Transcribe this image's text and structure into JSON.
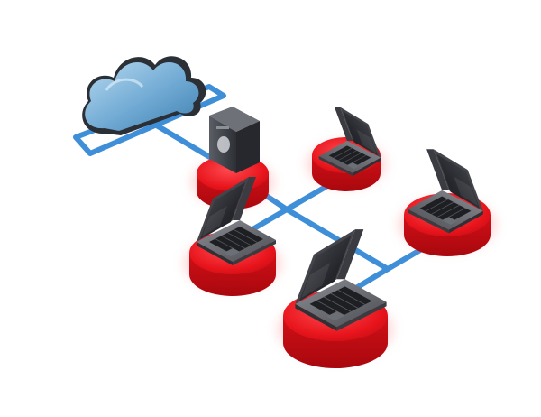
{
  "diagram": {
    "background": "#ffffff",
    "colors": {
      "network_link": "#3f8fd8",
      "node_platform": "#e8141c",
      "node_platform_glow": "#ff8a8f",
      "cloud": "#7fb6db",
      "cloud_frame": "#2b2f36",
      "server_body": "#3a3d44",
      "laptop_body": "#4a4c52",
      "laptop_screen": "#2a2c31"
    },
    "nodes": [
      {
        "kind": "cloud",
        "icon": "cloud-icon"
      },
      {
        "kind": "server",
        "icon": "server-tower-icon"
      },
      {
        "kind": "laptop",
        "icon": "laptop-icon"
      },
      {
        "kind": "laptop",
        "icon": "laptop-icon"
      },
      {
        "kind": "laptop",
        "icon": "laptop-icon"
      },
      {
        "kind": "laptop",
        "icon": "laptop-icon"
      }
    ],
    "labels": []
  }
}
